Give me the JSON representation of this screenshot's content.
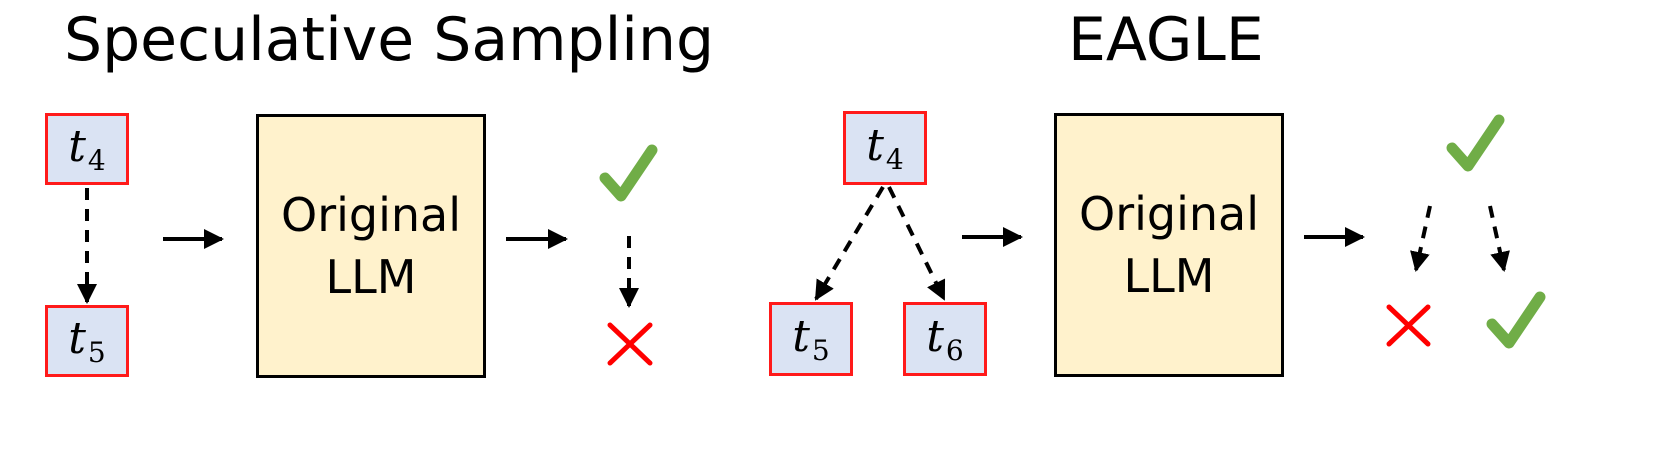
{
  "left": {
    "title": "Speculative Sampling",
    "tokens": [
      {
        "base": "t",
        "sub": "4"
      },
      {
        "base": "t",
        "sub": "5"
      }
    ],
    "model": {
      "line1": "Original",
      "line2": "LLM"
    },
    "outcomes": [
      "check",
      "cross"
    ]
  },
  "right": {
    "title": "EAGLE",
    "tokens": [
      {
        "base": "t",
        "sub": "4"
      },
      {
        "base": "t",
        "sub": "5"
      },
      {
        "base": "t",
        "sub": "6"
      }
    ],
    "model": {
      "line1": "Original",
      "line2": "LLM"
    },
    "outcomes": [
      "check",
      "cross",
      "check"
    ]
  },
  "colors": {
    "token_fill": "#dae3f3",
    "token_border": "#ff1a1a",
    "model_fill": "#fff2cc",
    "check": "#70ad47",
    "cross": "#ff0000"
  }
}
